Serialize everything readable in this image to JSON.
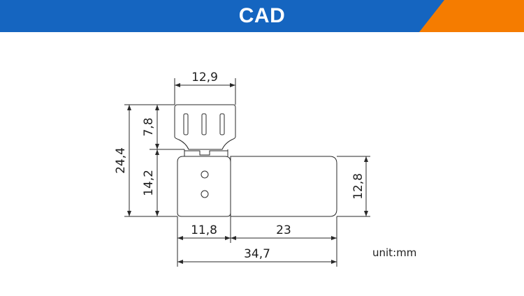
{
  "header": {
    "title": "CAD",
    "colors": {
      "blue": "#1565c0",
      "orange": "#f57c00"
    }
  },
  "dimensions": {
    "top_width": "12,9",
    "left_overall": "24,4",
    "left_upper": "7,8",
    "left_lower": "14,2",
    "right_height": "12,8",
    "bottom_left": "11,8",
    "bottom_right": "23",
    "bottom_total": "34,7"
  },
  "unit_label": "unit:mm"
}
